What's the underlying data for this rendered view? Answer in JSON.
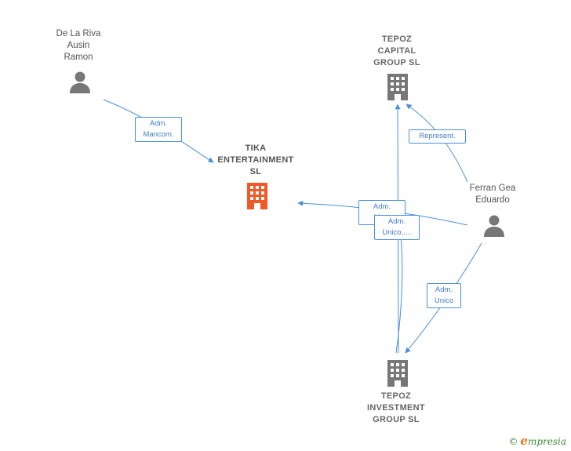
{
  "nodes": {
    "de_la_riva": {
      "label": "De La Riva\nAusin\nRamon"
    },
    "tika": {
      "label": "TIKA\nENTERTAINMENT\nSL"
    },
    "tepoz_capital": {
      "label": "TEPOZ\nCAPITAL\nGROUP  SL"
    },
    "ferran": {
      "label": "Ferran Gea\nEduardo"
    },
    "tepoz_investment": {
      "label": "TEPOZ\nINVESTMENT\nGROUP  SL"
    }
  },
  "edges": {
    "adm_mancom": {
      "label": "Adm.\nMancom."
    },
    "represent": {
      "label": "Represent."
    },
    "adm_ma": {
      "label": "Adm.\nMa..."
    },
    "adm_unico_trunc": {
      "label": "Adm.\nUnico,...."
    },
    "adm_unico": {
      "label": "Adm.\nUnico"
    }
  },
  "colors": {
    "edge": "#4a90d9",
    "person": "#777777",
    "company": "#777777",
    "focus_company": "#f05a28"
  },
  "copyright": {
    "symbol": "©",
    "brand_initial": "e",
    "brand_rest": "mpresia"
  }
}
